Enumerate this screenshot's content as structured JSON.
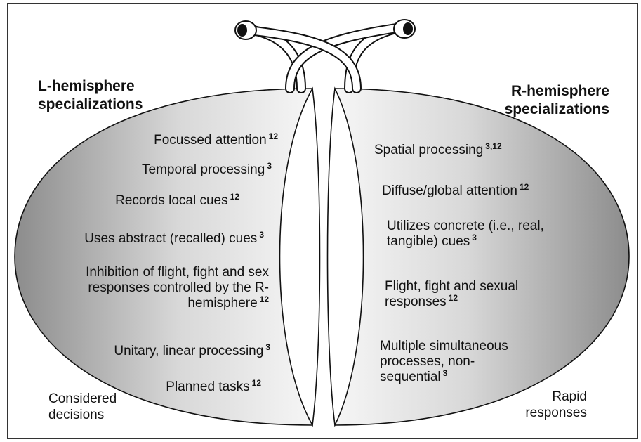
{
  "left": {
    "heading": [
      "L-hemisphere",
      "specializations"
    ],
    "items": [
      {
        "lines": [
          "Focussed attention"
        ],
        "ref": "12"
      },
      {
        "lines": [
          "Temporal processing"
        ],
        "ref": "3"
      },
      {
        "lines": [
          "Records local cues"
        ],
        "ref": "12"
      },
      {
        "lines": [
          "Uses abstract (recalled) cues"
        ],
        "ref": "3"
      },
      {
        "lines": [
          "Inhibition of flight, fight and sex",
          "responses controlled by the R-",
          "hemisphere"
        ],
        "ref": "12"
      },
      {
        "lines": [
          "Unitary, linear processing"
        ],
        "ref": "3"
      },
      {
        "lines": [
          "Planned tasks"
        ],
        "ref": "12"
      }
    ],
    "corner": [
      "Considered",
      "decisions"
    ]
  },
  "right": {
    "heading": [
      "R-hemisphere",
      "specializations"
    ],
    "items": [
      {
        "lines": [
          "Spatial processing"
        ],
        "ref": "3,12"
      },
      {
        "lines": [
          "Diffuse/global attention"
        ],
        "ref": "12"
      },
      {
        "lines": [
          "Utilizes concrete (i.e., real,",
          "tangible) cues"
        ],
        "ref": "3"
      },
      {
        "lines": [
          "Flight, fight and sexual",
          "responses"
        ],
        "ref": "12"
      },
      {
        "lines": [
          "Multiple simultaneous",
          "processes, non-",
          "sequential"
        ],
        "ref": "3"
      }
    ],
    "corner": [
      "Rapid",
      "responses"
    ]
  },
  "colors": {
    "outline": "#111111",
    "shade_dark": "#8c8c8c",
    "shade_light": "#f4f4f4"
  },
  "icons": [
    "eye-icon-left",
    "eye-icon-right"
  ]
}
